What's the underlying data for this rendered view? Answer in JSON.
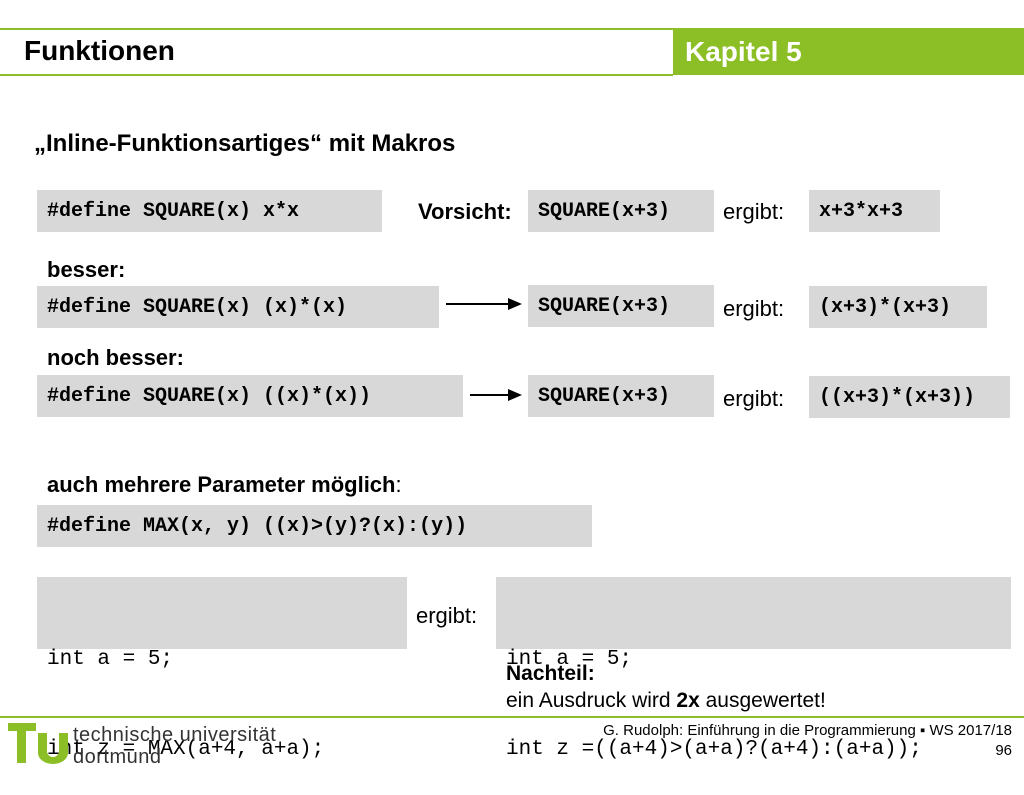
{
  "header": {
    "title": "Funktionen",
    "chapter": "Kapitel 5"
  },
  "heading": "„Inline-Funktionsartiges“ mit Makros",
  "row1": {
    "define": "#define SQUARE(x) x*x",
    "caution_label": "Vorsicht:",
    "call": "SQUARE(x+3)",
    "result_label": "ergibt:",
    "result": "x+3*x+3"
  },
  "besser": {
    "label": "besser:",
    "define": "#define SQUARE(x) (x)*(x)",
    "call": "SQUARE(x+3)",
    "result_label": "ergibt:",
    "result": "(x+3)*(x+3)"
  },
  "noch_besser": {
    "label": "noch besser:",
    "define": "#define SQUARE(x) ((x)*(x))",
    "call": "SQUARE(x+3)",
    "result_label": "ergibt:",
    "result": "((x+3)*(x+3))"
  },
  "mehrere": {
    "label": "auch mehrere Parameter möglich",
    "colon": ":",
    "define": "#define MAX(x, y) ((x)>(y)?(x):(y))"
  },
  "example": {
    "code_lines": [
      "int a = 5;",
      "int z = MAX(a+4, a+a);"
    ],
    "result_label": "ergibt:",
    "expanded_lines": [
      "int a = 5;",
      "int z =((a+4)>(a+a)?(a+4):(a+a));"
    ]
  },
  "nachteil": {
    "label": "Nachteil:",
    "text_before": "ein Ausdruck wird ",
    "bold": "2x",
    "text_after": " ausgewertet!"
  },
  "footer": {
    "logo_line1": "technische universität",
    "logo_line2": "dortmund",
    "credit": "G. Rudolph: Einführung in die Programmierung ▪ WS 2017/18",
    "page": "96",
    "accent_color": "#8cbf26"
  }
}
